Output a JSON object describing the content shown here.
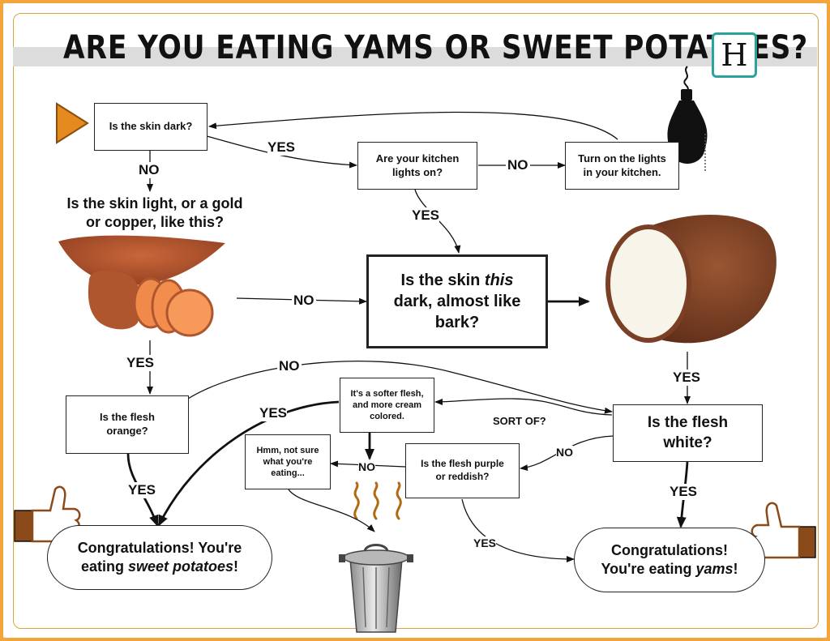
{
  "title": "ARE YOU EATING YAMS OR SWEET POTATOES?",
  "logo_letter": "H",
  "nodes": {
    "skin_dark": "Is the skin dark?",
    "kitchen_lights": "Are your kitchen lights on?",
    "turn_on_lights": "Turn on the lights in your kitchen.",
    "skin_light": "Is the skin light, or a gold or copper, like this?",
    "skin_this_dark_pre": "Is the skin ",
    "skin_this_dark_em": "this",
    "skin_this_dark_post": " dark, almost like bark?",
    "flesh_orange": "Is the flesh orange?",
    "softer_flesh": "It's a softer flesh, and more cream colored.",
    "not_sure": "Hmm, not sure what you're eating...",
    "flesh_purple": "Is the flesh purple or reddish?",
    "flesh_white": "Is the flesh white?",
    "congrats_sweet_pre": "Congratulations! You're eating ",
    "congrats_sweet_em": "sweet potatoes",
    "congrats_sweet_post": "!",
    "congrats_yams_pre": "Congratulations! You're eating ",
    "congrats_yams_em": "yams",
    "congrats_yams_post": "!"
  },
  "labels": {
    "yes_kitchen": "YES",
    "no_lights": "NO",
    "yes_lights": "YES",
    "no_skin": "NO",
    "no_sweetpotato": "NO",
    "yes_sweetpotato": "YES",
    "no_top": "NO",
    "yes_orange": "YES",
    "yes_softer": "YES",
    "sort_of": "SORT OF?",
    "no_softer": "NO",
    "no_white": "NO",
    "yes_yam": "YES",
    "yes_white": "YES",
    "yes_purple": "YES"
  },
  "colors": {
    "background_border": "#f3a43a",
    "logo_border": "#2aa39a",
    "start_arrow": "#e48a1f",
    "sweet_potato_skin": "#b0562e",
    "sweet_potato_flesh": "#f08a4b",
    "yam_skin": "#7a3f24",
    "yam_flesh": "#f7f4ea",
    "fumes": "#b26a10"
  },
  "icons": [
    "start-arrow-icon",
    "light-bulb-icon",
    "sweet-potato-icon",
    "yam-icon",
    "thumbs-up-left-icon",
    "thumbs-up-right-icon",
    "trash-can-icon",
    "fumes-icon"
  ]
}
